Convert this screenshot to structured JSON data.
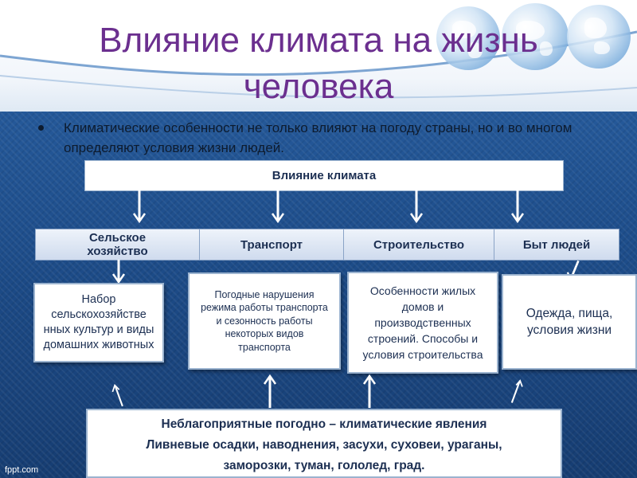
{
  "slide": {
    "title_line1": "Влияние климата на жизнь",
    "title_line2": "человека",
    "bullet_text": "Климатические особенности не только влияют на погоду страны, но и во многом определяют условия жизни людей.",
    "top_box_label": "Влияние климата",
    "categories": [
      {
        "label": "Сельское хозяйство"
      },
      {
        "label": "Транспорт"
      },
      {
        "label": "Строительство"
      },
      {
        "label": "Быт людей"
      }
    ],
    "detail_boxes": [
      {
        "text": "Набор сельскохозяйстве нных культур и виды домашних животных"
      },
      {
        "text": "Погодные нарушения режима работы транспорта и сезонность работы некоторых видов транспорта"
      },
      {
        "text": "Особенности жилых домов и производственных строений. Способы и условия строительства"
      },
      {
        "text": "Одежда, пища, условия жизни"
      }
    ],
    "bottom_box": {
      "line1": "Неблагоприятные погодно – климатические явления",
      "line2": "Ливневые осадки, наводнения, засухи, суховеи, ураганы,",
      "line3": "заморозки, туман, гололед, град."
    },
    "footer": "fppt.com",
    "colors": {
      "title": "#6b2f8f",
      "background": "#1d4f8c",
      "box_text": "#1c2f52"
    }
  }
}
